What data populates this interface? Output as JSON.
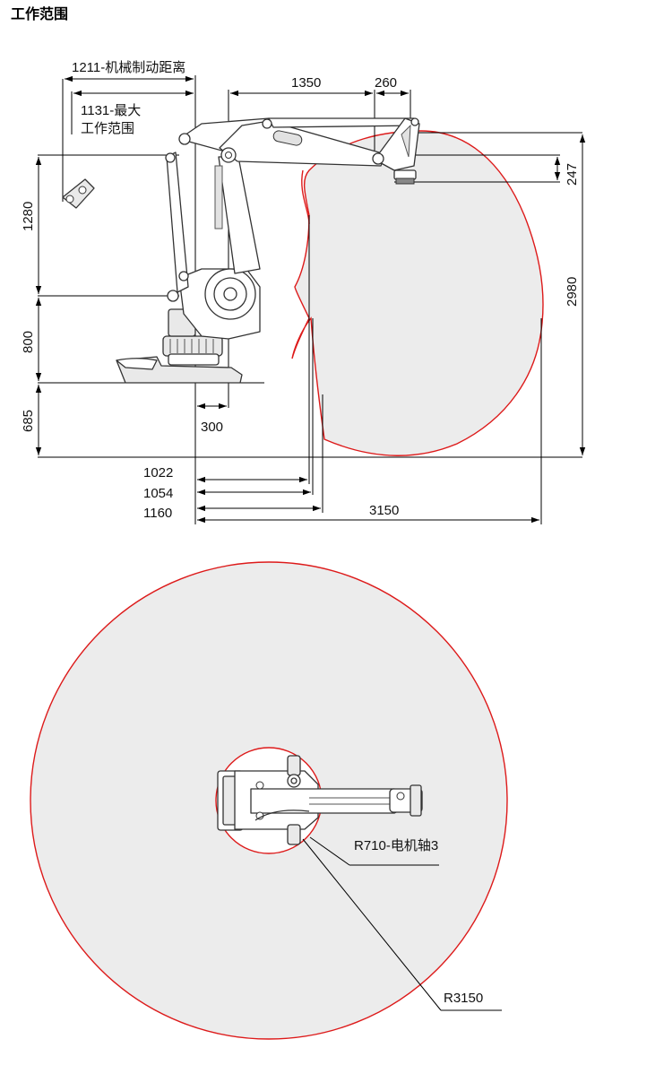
{
  "title": "工作范围",
  "side_view": {
    "dim_1211": "1211-机械制动距离",
    "dim_1131_a": "1131-最大",
    "dim_1131_b": "工作范围",
    "dim_1350": "1350",
    "dim_260": "260",
    "dim_247": "247",
    "dim_1280": "1280",
    "dim_2980": "2980",
    "dim_800": "800",
    "dim_685": "685",
    "dim_300": "300",
    "dim_1022": "1022",
    "dim_1054": "1054",
    "dim_1160": "1160",
    "dim_3150": "3150"
  },
  "top_view": {
    "label_r710": "R710-电机轴3",
    "label_r3150": "R3150"
  },
  "colors": {
    "envelope_fill": "#ececec",
    "envelope_line": "#dd1a1a",
    "lines": "#000000"
  }
}
